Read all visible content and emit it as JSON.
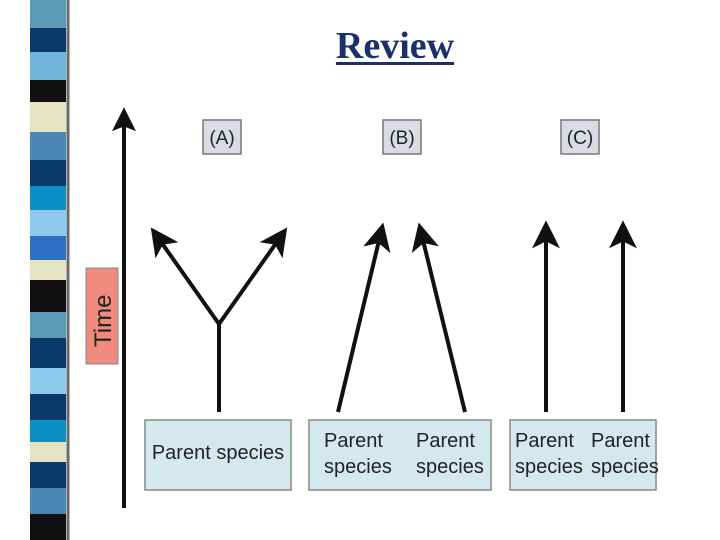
{
  "title": "Review",
  "time_label": "Time",
  "panels": [
    {
      "tag": "(A)",
      "boxes": [
        [
          "Parent species"
        ]
      ]
    },
    {
      "tag": "(B)",
      "boxes": [
        [
          "Parent",
          "species"
        ],
        [
          "Parent",
          "species"
        ]
      ]
    },
    {
      "tag": "(C)",
      "boxes": [
        [
          "Parent",
          "species"
        ],
        [
          "Parent",
          "species"
        ]
      ]
    }
  ],
  "colors": {
    "title": "#1a2f6b",
    "box_fill": "#d4e9ee",
    "time_fill": "#ee8a7e",
    "tag_fill": "#d9dde3",
    "arrow": "#111111"
  }
}
